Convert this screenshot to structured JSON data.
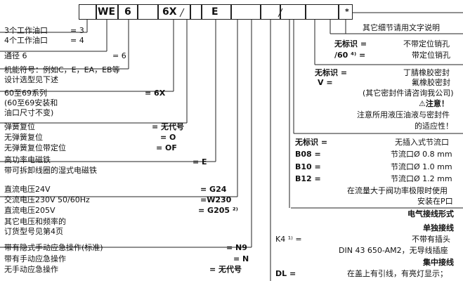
{
  "code_boxes": [
    "",
    "WE",
    "6",
    "",
    "6X",
    "",
    "E",
    "",
    "",
    "",
    "*"
  ],
  "left": {
    "working_ports": [
      {
        "label": "3个工作油口",
        "code": "= 3"
      },
      {
        "label": "4个工作油口",
        "code": "= 4"
      }
    ],
    "size": {
      "label": "通径 6",
      "code": "= 6"
    },
    "symbol_line1": "机能符号：例如C，E，EA，EB等",
    "symbol_line2": "设计选型见下述",
    "series_line1": "60至69系列",
    "series_code": "= 6X",
    "series_line2": "(60至69安装和",
    "series_line3": "油口尺寸不变)",
    "spring": [
      {
        "label": "弹簧复位",
        "code": "= 无代号"
      },
      {
        "label": "无弹簧复位",
        "code": "= O"
      },
      {
        "label": "无弹簧复位带定位",
        "code": "= OF"
      }
    ],
    "solenoid_line1": "高功率电磁铁",
    "solenoid_line2": "带可拆卸线圈的湿式电磁铁",
    "solenoid_code": "= E",
    "voltage": [
      {
        "label": "直流电压24V",
        "code": "= G24"
      },
      {
        "label": "交流电压230V 50/60Hz",
        "code": "=W230"
      },
      {
        "label": "直流电压205V",
        "code": "= G205 ²⁾"
      }
    ],
    "voltage_note1": "其它电压和频率的",
    "voltage_note2": "订货型号见第4页",
    "manual": [
      {
        "label": "带有隐式手动应急操作(标准)",
        "code": "= N9"
      },
      {
        "label": "带有手动应急操作",
        "code": "= N"
      },
      {
        "label": "无手动应急操作",
        "code": "= 无代号"
      }
    ]
  },
  "right": {
    "other_details": "其它细节请用文字说明",
    "locating_pin": [
      {
        "key": "无标识 =",
        "value": "不带定位销孔"
      },
      {
        "key": "/60 ⁴⁾ =",
        "value": "带定位销孔"
      }
    ],
    "seal": [
      {
        "key": "无标识 =",
        "value": "丁腈橡胶密封"
      },
      {
        "key": "V =",
        "value": "氟橡胶密封"
      }
    ],
    "seal_note": "(其它密封件请咨询我公司)",
    "attention": "注意！",
    "fluid_note1": "注意所用液压油液与密封件",
    "fluid_note2": "的适应性！",
    "throttle": [
      {
        "key": "无标识 =",
        "value": "无插入式节流口"
      },
      {
        "key": "B08 =",
        "value": "节流口Ø 0.8 mm"
      },
      {
        "key": "B10 =",
        "value": "节流口Ø 1.0 mm"
      },
      {
        "key": "B12 =",
        "value": "节流口Ø 1.2 mm"
      }
    ],
    "throttle_note1": "在流量大于阀功率极限时使用",
    "throttle_note2": "安装在P口",
    "elec_title": "电气接线形式",
    "single_title": "单独接线",
    "k4_key": "K4 ¹⁾ =",
    "k4_line1": "不带有插头",
    "k4_line2": "DIN 43 650-AM2，无导线插座",
    "central_title": "集中接线",
    "dl_key": "DL =",
    "dl_line1": "在盖上有引线，有亮灯显示；"
  }
}
